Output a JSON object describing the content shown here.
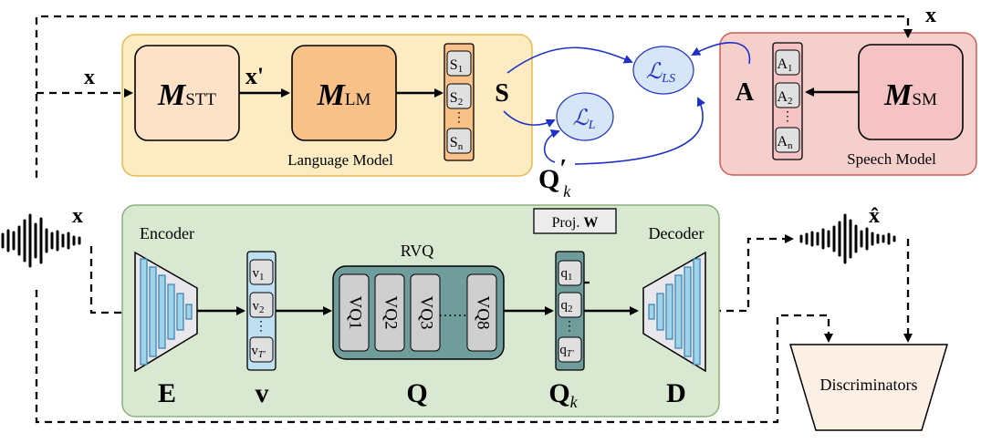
{
  "colors": {
    "language_model_bg": "#fdecc2",
    "language_model_border": "#e8b84e",
    "speech_model_bg": "#f5cfcb",
    "speech_model_border": "#cf5a55",
    "codec_bg": "#d9e8d0",
    "codec_border": "#8ab07a",
    "rvq_bg": "#6f9d9b",
    "loss_bg": "#d7e6f7",
    "loss_fg": "#1f30c8",
    "vector_bg": "#bfe0f1",
    "stt_bg": "#fde2c8",
    "lm_bg": "#f7c188",
    "sm_bg": "#f6c3c5"
  },
  "input_labels": {
    "x_left": "x",
    "x_top_right": "x",
    "x_codec": "x",
    "x_prime": "x'",
    "x_hat": "x̂"
  },
  "language_model": {
    "caption": "Language Model",
    "stt_symbol": "M",
    "stt_sub": "STT",
    "lm_symbol": "M",
    "lm_sub": "LM",
    "tokens": [
      "S1",
      "S2",
      "Sn"
    ],
    "token_subs": [
      "1",
      "2",
      "n"
    ],
    "token_base": "S",
    "output_label": "S"
  },
  "speech_model": {
    "caption": "Speech Model",
    "sm_symbol": "M",
    "sm_sub": "SM",
    "token_base": "A",
    "token_subs": [
      "1",
      "2",
      "n"
    ],
    "output_label": "A"
  },
  "losses": {
    "l_ls_base": "ℒ",
    "l_ls_sub": "LS",
    "l_l_base": "ℒ",
    "l_l_sub": "L"
  },
  "codec": {
    "encoder_title": "Encoder",
    "encoder_label": "E",
    "decoder_title": "Decoder",
    "decoder_label": "D",
    "v_label": "v",
    "v_base": "v",
    "v_subs": [
      "1",
      "2",
      "T'"
    ],
    "rvq_title": "RVQ",
    "rvq_label": "Q",
    "vq_labels": [
      "VQ1",
      "VQ2",
      "VQ3",
      "VQ8"
    ],
    "ellipsis": "……",
    "qk_base": "Q",
    "qk_sub": "k",
    "q_base": "q",
    "q_subs": [
      "1",
      "2",
      "T'"
    ],
    "proj_label": "Proj. ",
    "proj_bold": "W",
    "qk_prime_base": "Q",
    "qk_prime_sup": "′",
    "qk_prime_sub": "k"
  },
  "discriminator": {
    "label": "Discriminators"
  },
  "vertical_ellipsis": "⋮"
}
